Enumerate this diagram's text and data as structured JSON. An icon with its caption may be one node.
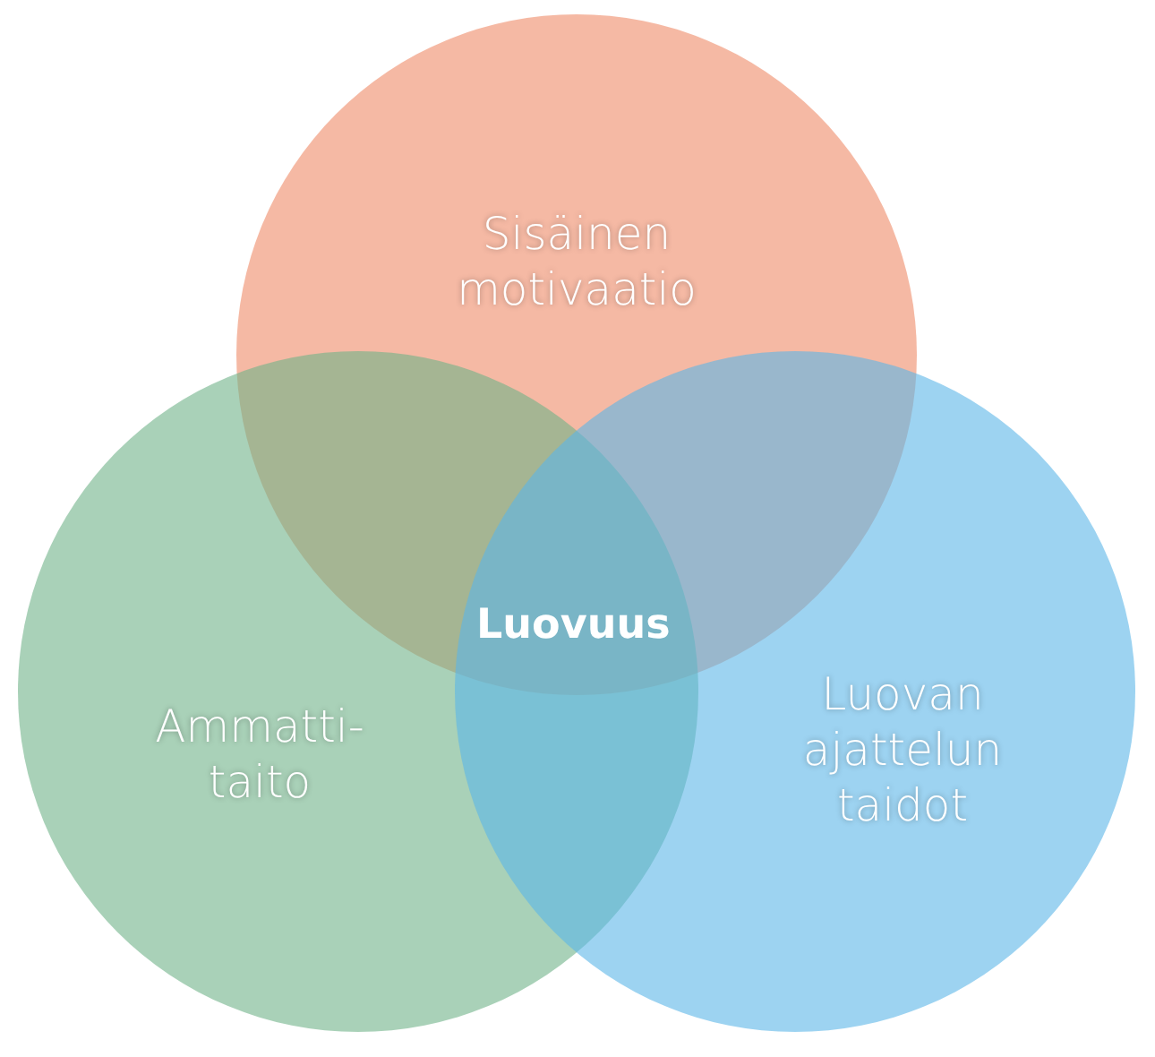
{
  "diagram": {
    "nodes": [
      {
        "text": [
          "Sisäinen motivaatio"
        ]
      },
      {
        "text": [
          "Ammatti-taito"
        ]
      },
      {
        "text": [
          "Luovan ajattelun taidot"
        ]
      }
    ],
    "labels": [
      "Luovuus"
    ]
  }
}
